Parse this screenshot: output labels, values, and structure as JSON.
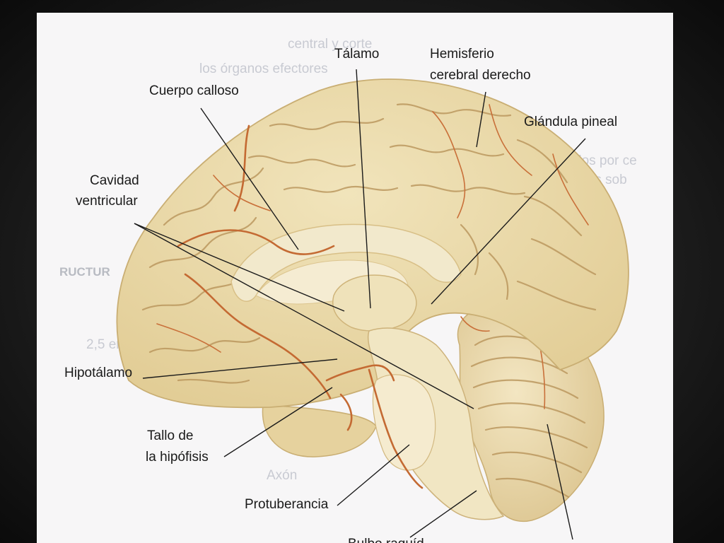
{
  "labels": {
    "talamo": "Tálamo",
    "hemisferio_1": "Hemisferio",
    "hemisferio_2": "cerebral derecho",
    "cuerpo_calloso": "Cuerpo calloso",
    "glandula_pineal": "Glándula pineal",
    "cavidad_1": "Cavidad",
    "cavidad_2": "ventricular",
    "hipotalamo": "Hipotálamo",
    "tallo_1": "Tallo de",
    "tallo_2": "la hipófisis",
    "protuberancia": "Protuberancia",
    "bulbo": "Bulbo raquíd"
  },
  "background_text": {
    "line1": "central y corte",
    "line2": "los órganos efectores",
    "line3": "dos por ce",
    "line4": "is sob",
    "line5": "RUCTUR",
    "line6": "2,5 emu",
    "line7": "Axón"
  },
  "colors": {
    "brain_fill": "#ecdcaa",
    "brain_light": "#f3e8c4",
    "vessel": "#c46a33",
    "slide_bg": "#f7f6f7"
  }
}
